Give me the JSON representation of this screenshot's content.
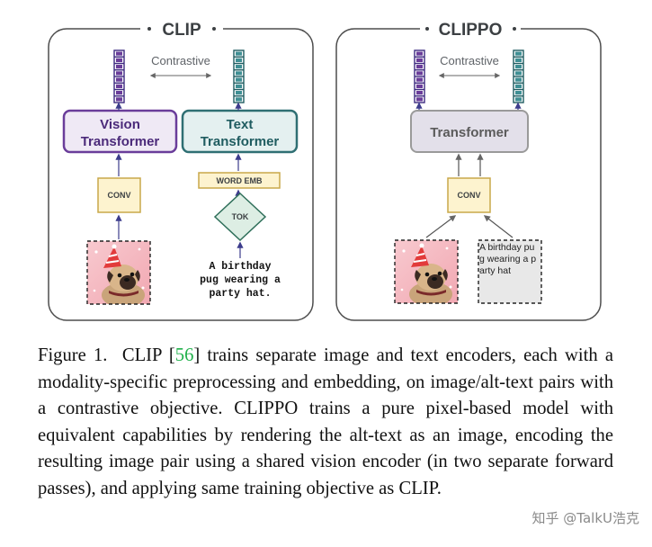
{
  "panels": {
    "clip": {
      "title": "CLIP",
      "contrastive": "Contrastive",
      "vision_encoder": [
        "Vision",
        "Transformer"
      ],
      "text_encoder": [
        "Text",
        "Transformer"
      ],
      "conv": "CONV",
      "word_emb": "WORD EMB",
      "tok": "TOK",
      "text_input": [
        "A birthday",
        "pug wearing a",
        "party hat."
      ]
    },
    "clippo": {
      "title": "CLIPPO",
      "contrastive": "Contrastive",
      "encoder": "Transformer",
      "conv": "CONV",
      "rendered_text": [
        "A birthday pu",
        "g wearing a p",
        "arty hat"
      ]
    }
  },
  "caption": {
    "figure_label": "Figure 1.",
    "prefix": "CLIP [",
    "citation": "56",
    "body": "] trains separate image and text encoders, each with a modality-specific preprocessing and embedding, on image/alt-text pairs with a contrastive objective. CLIPPO trains a pure pixel-based model with equivalent capabilities by rendering the alt-text as an image, encoding the resulting image pair using a shared vision encoder (in two separate forward passes), and applying same training objective as CLIP."
  },
  "watermark": "知乎 @TalkU浩克",
  "colors": {
    "vision": "#6a3d9a",
    "vision_fill": "#efe9f5",
    "text": "#2f6f73",
    "text_fill": "#e4f0f0",
    "shared_fill": "#e3e0ea",
    "conv_fill": "#fdf3cf",
    "conv_border": "#c9a84a",
    "tok_fill": "#ddeee4",
    "tok_border": "#2f6f5a",
    "panel_border": "#4d4d4d",
    "arrow": "#3c3c8c"
  },
  "icons": [
    "pug-photo-image",
    "embedding-column-icon"
  ]
}
